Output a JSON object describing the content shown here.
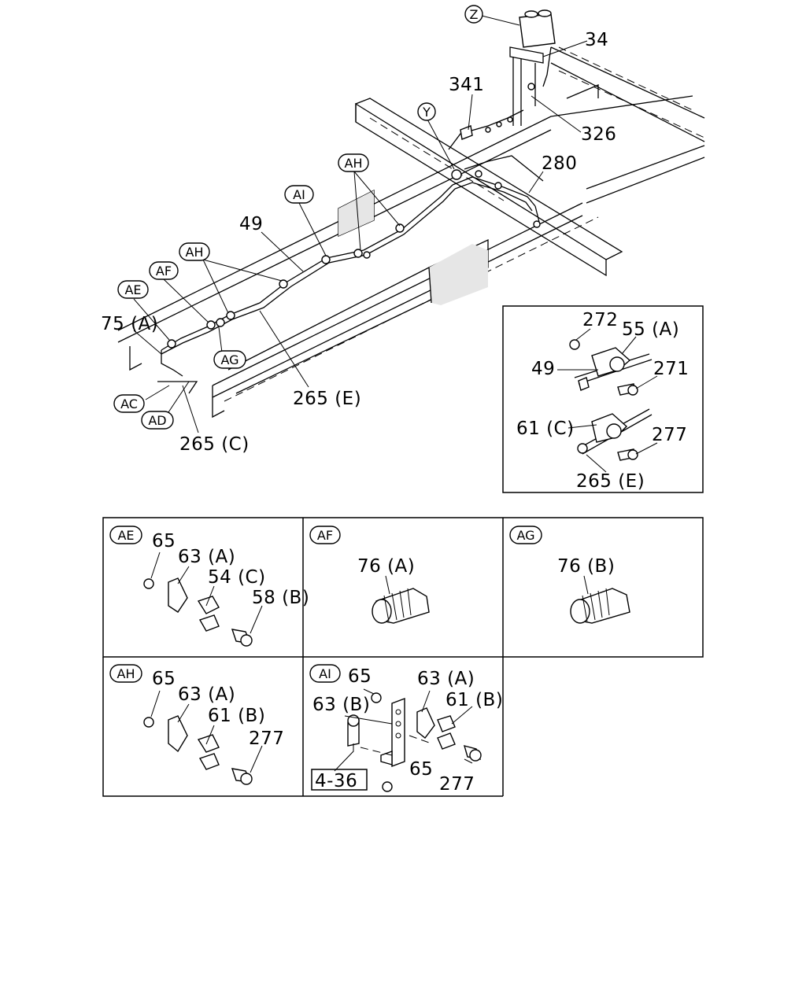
{
  "main_view": {
    "callouts": [
      "Z",
      "Y",
      "AH",
      "AI",
      "AH",
      "AF",
      "AE",
      "AG",
      "AC",
      "AD"
    ],
    "labels": [
      "34",
      "341",
      "326",
      "280",
      "49",
      "75 (A)",
      "265 (E)",
      "265 (C)"
    ]
  },
  "detail_clamp": {
    "labels": [
      "272",
      "55 (A)",
      "49",
      "271",
      "61 (C)",
      "277",
      "265 (E)"
    ]
  },
  "panels": {
    "AE": {
      "callout": "AE",
      "labels": [
        "65",
        "63 (A)",
        "54 (C)",
        "58 (B)"
      ]
    },
    "AF": {
      "callout": "AF",
      "labels": [
        "76 (A)"
      ]
    },
    "AG": {
      "callout": "AG",
      "labels": [
        "76 (B)"
      ]
    },
    "AH": {
      "callout": "AH",
      "labels": [
        "65",
        "63 (A)",
        "61 (B)",
        "277"
      ]
    },
    "AI": {
      "callout": "AI",
      "labels": [
        "65",
        "63 (A)",
        "63 (B)",
        "61 (B)",
        "65",
        "277"
      ],
      "ref_box": "4-36"
    }
  }
}
